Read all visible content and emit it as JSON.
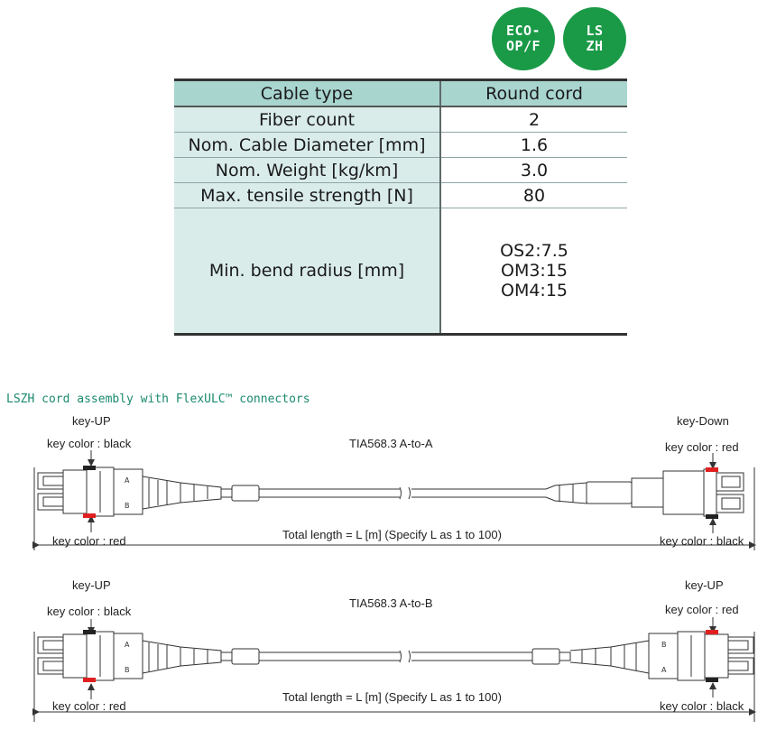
{
  "badges": {
    "eco": [
      "ECO-",
      "OP/F"
    ],
    "lszh": [
      "LS",
      "ZH"
    ],
    "eco_color": "#1a9a47"
  },
  "spec_table": {
    "header": [
      "Cable type",
      "Round cord"
    ],
    "rows": [
      [
        "Fiber count",
        "2"
      ],
      [
        "Nom. Cable Diameter [mm]",
        "1.6"
      ],
      [
        "Nom. Weight [kg/km]",
        "3.0"
      ],
      [
        "Max. tensile strength [N]",
        "80"
      ]
    ],
    "bend_label": "Min. bend radius [mm]",
    "bend_values": [
      "OS2:7.5",
      "OM3:15",
      "OM4:15"
    ]
  },
  "section_title": "LSZH cord assembly with FlexULC™ connectors",
  "assembly1": {
    "title": "TIA568.3 A-to-A",
    "left_key": "key-UP",
    "left_top_color": "key color : black",
    "left_bottom_color": "key color : red",
    "right_key": "key-Down",
    "right_top_color": "key color : red",
    "right_bottom_color": "key color : black",
    "length": "Total length = L [m] (Specify L as 1 to 100)"
  },
  "assembly2": {
    "title": "TIA568.3 A-to-B",
    "left_key": "key-UP",
    "left_top_color": "key color : black",
    "left_bottom_color": "key color : red",
    "right_key": "key-UP",
    "right_top_color": "key color : red",
    "right_bottom_color": "key color : black",
    "length": "Total length = L [m] (Specify L as 1 to 100)"
  },
  "colors": {
    "accent_teal": "#1a8a6e",
    "table_header": "#a9d5cf",
    "table_label": "#d9ecea",
    "key_red": "#e02020"
  }
}
